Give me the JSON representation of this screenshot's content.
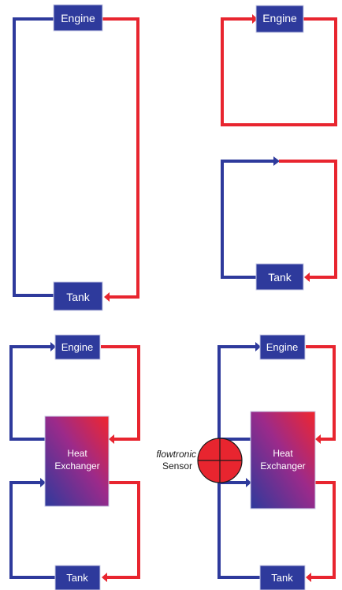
{
  "colors": {
    "blue": "#2e3a9c",
    "red": "#e8252f",
    "box": "#2e3a9c",
    "box_border": "#c8cbe6",
    "sensor_fill": "#e8252f",
    "exchanger_top": "#e8252f",
    "exchanger_bottom": "#2e3a9c"
  },
  "diagram1": {
    "engine_label": "Engine",
    "tank_label": "Tank"
  },
  "diagram2": {
    "engine_label": "Engine"
  },
  "diagram3": {
    "tank_label": "Tank"
  },
  "diagram4": {
    "engine_label": "Engine",
    "exchanger_line1": "Heat",
    "exchanger_line2": "Exchanger",
    "tank_label": "Tank"
  },
  "diagram5": {
    "engine_label": "Engine",
    "exchanger_line1": "Heat",
    "exchanger_line2": "Exchanger",
    "tank_label": "Tank",
    "sensor_brand": "flowtronic",
    "sensor_label": "Sensor"
  }
}
